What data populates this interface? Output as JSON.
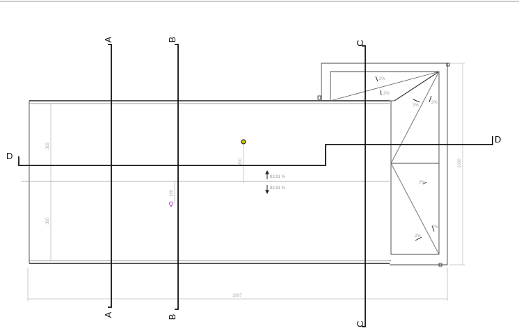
{
  "drawing": {
    "sections": {
      "a": "A",
      "b": "B",
      "c": "C",
      "d": "D"
    },
    "dimensions": {
      "left_upper": "302",
      "left_lower": "300",
      "bottom_total": "2097",
      "right_total": "1000",
      "point_height": "200",
      "marker_height": "100"
    },
    "slopes": {
      "main_up": "83,91 %",
      "main_down": "83,91 %",
      "small": "2%"
    },
    "colors": {
      "point": "#d8c400",
      "marker": "#c040c0"
    }
  }
}
